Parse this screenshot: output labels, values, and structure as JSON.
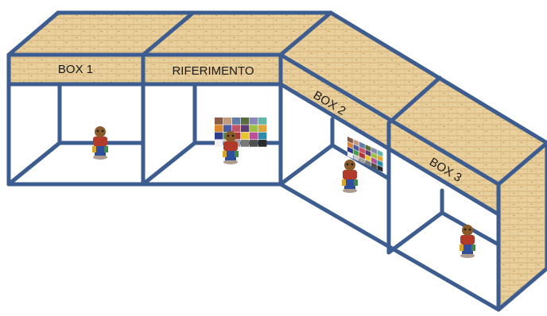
{
  "labels": {
    "box1": "BOX 1",
    "reference": "RIFERIMENTO",
    "box2": "BOX 2",
    "box3": "BOX 3"
  },
  "colors": {
    "frame": "#3d5c8f",
    "panel_base": "#e8cf9c",
    "panel_dark": "#d3b37a",
    "panel_fiber": "#c9a563",
    "background": "#ffffff"
  },
  "icons": {
    "figurine": "toy-figurine-icon",
    "color_chart": "color-checker-chart-icon"
  },
  "color_chart": {
    "swatches": [
      "#8a5a44",
      "#c49a7c",
      "#5f7da6",
      "#5a6c3a",
      "#8a88b8",
      "#5fb8a6",
      "#d9862e",
      "#4c5aa0",
      "#c25565",
      "#5c3c72",
      "#9fc046",
      "#e0a33a",
      "#2d3c8c",
      "#4a9a4e",
      "#b3353a",
      "#e6c630",
      "#bc4f9c",
      "#2a8aa8",
      "#f2f2f2",
      "#c8c8c8",
      "#a0a0a0",
      "#787878",
      "#505050",
      "#2a2a2a"
    ]
  }
}
